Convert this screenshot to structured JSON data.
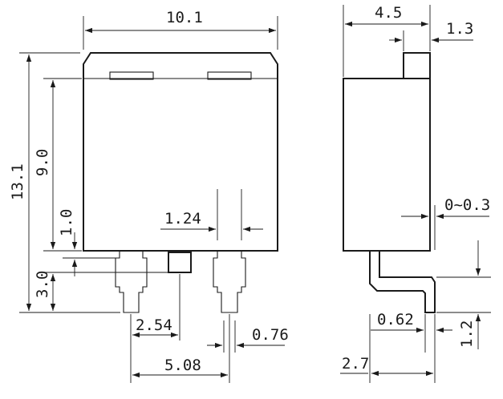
{
  "drawing": {
    "front_view": {
      "width": "10.1",
      "height_total": "13.1",
      "height_body": "9.0",
      "tab_offset": "1.0",
      "lead_length": "3.0",
      "lead_width": "1.24",
      "pitch": "2.54",
      "pitch_double": "5.08",
      "lead_tip_width": "0.76"
    },
    "side_view": {
      "depth": "4.5",
      "tab_thickness": "1.3",
      "standoff": "0~0.3",
      "lead_thickness": "0.62",
      "lead_rise": "1.2",
      "lead_span": "2.7"
    }
  }
}
